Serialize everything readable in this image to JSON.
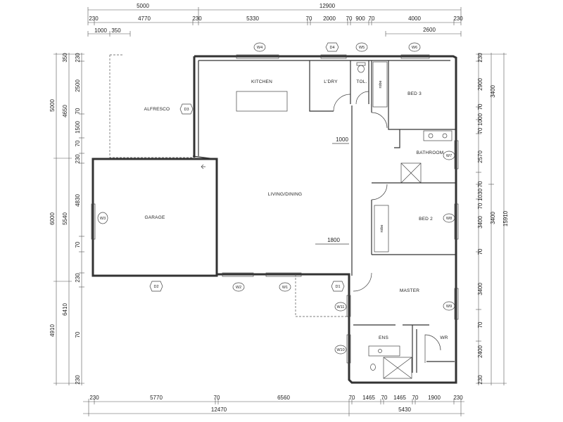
{
  "rooms": {
    "alfresco": "ALFRESCO",
    "kitchen": "KITCHEN",
    "laundry": "L'DRY",
    "toilet": "TOL.",
    "bed3": "BED 3",
    "bathroom": "BATHROOM",
    "living": "LIVING/DINING",
    "garage": "GARAGE",
    "bed2": "BED 2",
    "master": "MASTER",
    "ensuite": "ENS",
    "wr": "WR",
    "robe1": "robe",
    "robe2": "robe"
  },
  "tags": {
    "w4": "W4",
    "d4": "D4",
    "w5": "W5",
    "w6": "W6",
    "d3": "D3",
    "w7": "W7",
    "w3": "W3",
    "w8": "W8",
    "d2": "D2",
    "w2": "W2",
    "w1": "W1",
    "d1": "D1",
    "w11": "W11",
    "w9": "W9",
    "w10": "W10"
  },
  "internal_dims": {
    "wall1": "1000",
    "wall2": "1800"
  },
  "top": {
    "row1": [
      "5000",
      "12900"
    ],
    "row2": [
      "230",
      "4770",
      "230",
      "5330",
      "70",
      "2000",
      "70",
      "900",
      "70",
      "4000",
      "230"
    ],
    "row3": [
      "1000",
      "350",
      "2600"
    ]
  },
  "bottom": {
    "row1": [
      "230",
      "5770",
      "70",
      "6560",
      "70",
      "1465",
      "70",
      "1465",
      "70",
      "1900",
      "230"
    ],
    "row2": [
      "12470",
      "5430"
    ]
  },
  "left": {
    "col1": [
      "5000",
      "6000",
      "4910"
    ],
    "col2": [
      "350",
      "4650",
      "5540",
      "6410"
    ],
    "col3": [
      "230",
      "2500",
      "70",
      "1500",
      "70",
      "230",
      "4830",
      "70",
      "230",
      "70",
      "230"
    ]
  },
  "right": {
    "col1": [
      "230",
      "2900",
      "70",
      "1000",
      "70",
      "2570",
      "70",
      "1030",
      "70",
      "3400",
      "70",
      "3400",
      "70",
      "2400",
      "230"
    ],
    "col2": [
      "3400",
      "3400"
    ],
    "col3": [
      "15910"
    ]
  }
}
